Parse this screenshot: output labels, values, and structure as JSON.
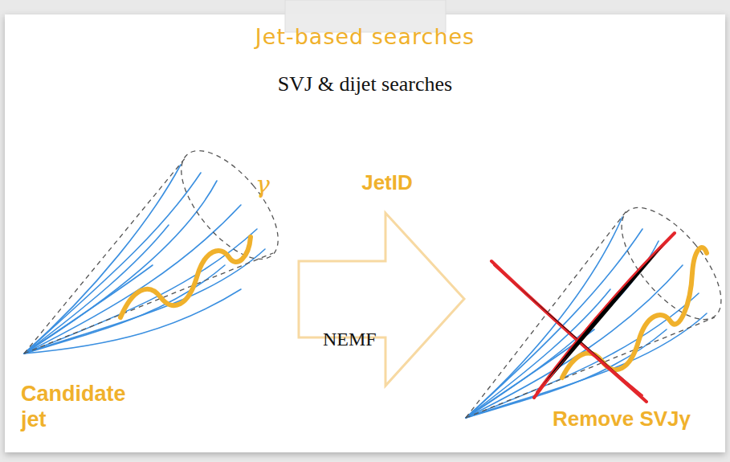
{
  "diagram": {
    "title": "Jet-based searches",
    "nodes": [
      {
        "text": [
          "Candidate jet"
        ]
      },
      {
        "text": [
          "JetID",
          "NEMF"
        ]
      },
      {
        "text": [
          "Remove SVJγ"
        ]
      }
    ],
    "labels": [
      "SVJ & dijet searches",
      "γ"
    ]
  }
}
